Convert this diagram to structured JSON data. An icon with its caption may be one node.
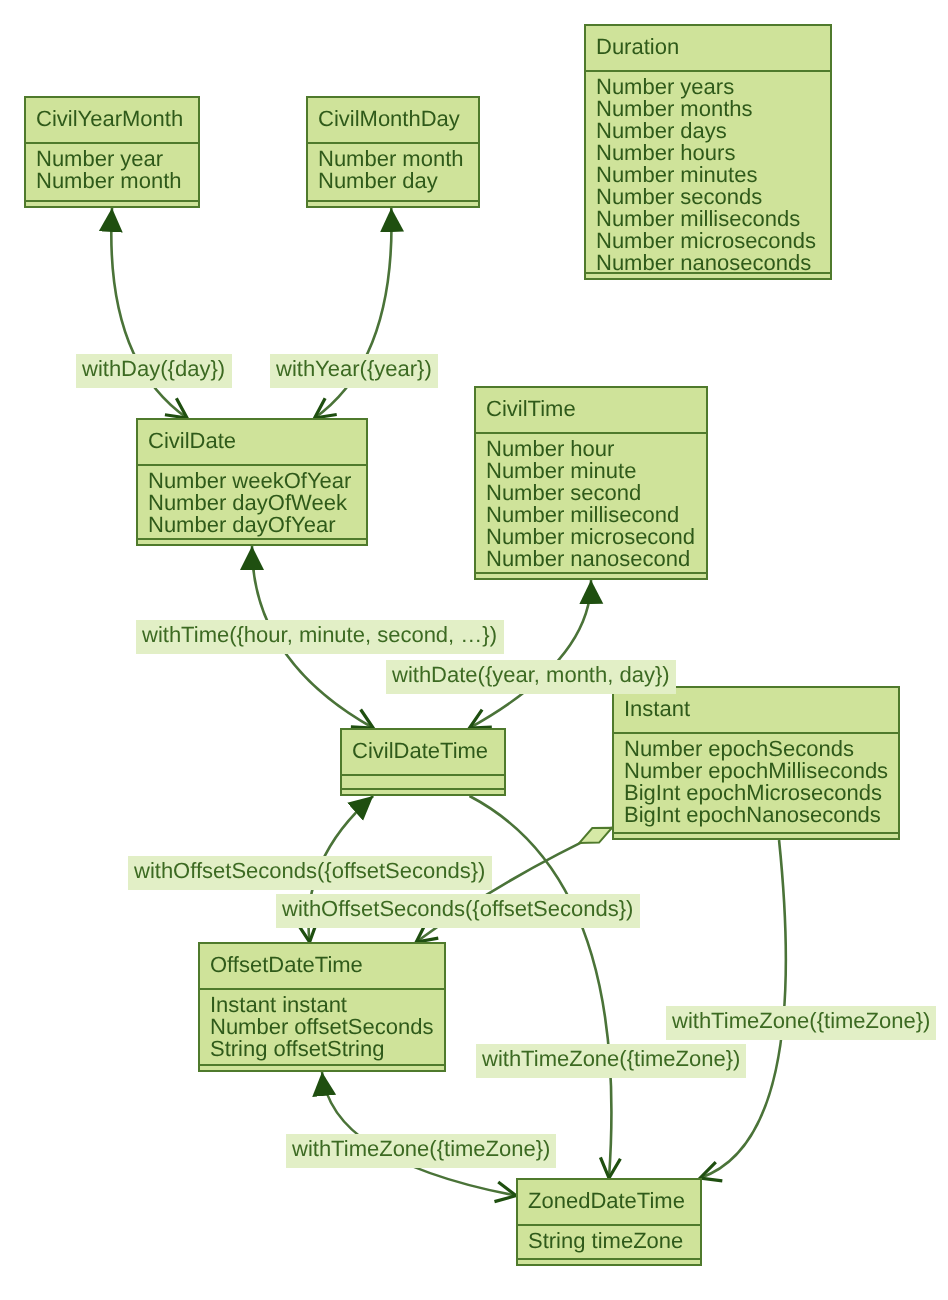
{
  "diagram": {
    "nodes": [
      {
        "text": [
          "CivilYearMonth",
          "Number year",
          "Number month"
        ]
      },
      {
        "text": [
          "CivilMonthDay",
          "Number month",
          "Number day"
        ]
      },
      {
        "text": [
          "Duration",
          "Number years",
          "Number months",
          "Number days",
          "Number hours",
          "Number minutes",
          "Number seconds",
          "Number milliseconds",
          "Number microseconds",
          "Number nanoseconds"
        ]
      },
      {
        "text": [
          "CivilDate",
          "Number weekOfYear",
          "Number dayOfWeek",
          "Number dayOfYear"
        ]
      },
      {
        "text": [
          "CivilTime",
          "Number hour",
          "Number minute",
          "Number second",
          "Number millisecond",
          "Number microsecond",
          "Number nanosecond"
        ]
      },
      {
        "text": [
          "CivilDateTime"
        ]
      },
      {
        "text": [
          "Instant",
          "Number epochSeconds",
          "Number epochMilliseconds",
          "BigInt epochMicroseconds",
          "BigInt epochNanoseconds"
        ]
      },
      {
        "text": [
          "OffsetDateTime",
          "Instant instant",
          "Number offsetSeconds",
          "String offsetString"
        ]
      },
      {
        "text": [
          "ZonedDateTime",
          "String timeZone"
        ]
      }
    ],
    "edges": [
      {
        "from": 0,
        "to": 3,
        "arrow": "both",
        "label": "withDay({day})"
      },
      {
        "from": 1,
        "to": 3,
        "arrow": "both",
        "label": "withYear({year})"
      },
      {
        "from": 3,
        "to": 5,
        "arrow": "both",
        "label": "withTime({hour, minute, second, …})"
      },
      {
        "from": 4,
        "to": 5,
        "arrow": "both",
        "label": "withDate({year, month, day})"
      },
      {
        "from": 5,
        "to": 7,
        "arrow": "both",
        "label": "withOffsetSeconds({offsetSeconds})"
      },
      {
        "from": 6,
        "to": 7,
        "arrow": "to",
        "label": "withOffsetSeconds({offsetSeconds})"
      },
      {
        "from": 5,
        "to": 8,
        "arrow": "to",
        "label": "withTimeZone({timeZone})"
      },
      {
        "from": 6,
        "to": 8,
        "arrow": "to",
        "label": "withTimeZone({timeZone})"
      },
      {
        "from": 7,
        "to": 8,
        "arrow": "both",
        "label": "withTimeZone({timeZone})"
      }
    ]
  }
}
